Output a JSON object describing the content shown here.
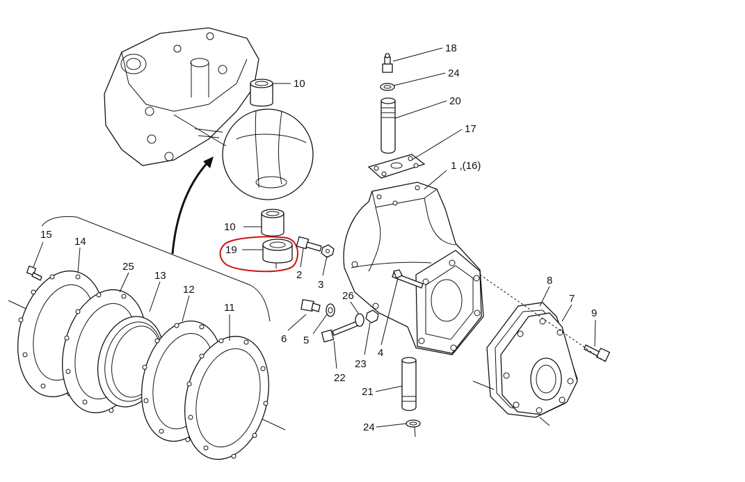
{
  "highlight_color": "#cc1111",
  "callouts": {
    "c18": "18",
    "c24_top": "24",
    "c20": "20",
    "c17": "17",
    "c1_16": "1 ,(16)",
    "c10_top": "10",
    "c10_bottom": "10",
    "c19": "19",
    "c15": "15",
    "c14": "14",
    "c25": "25",
    "c13": "13",
    "c12": "12",
    "c11": "11",
    "c2": "2",
    "c3": "3",
    "c26": "26",
    "c6": "6",
    "c5": "5",
    "c4": "4",
    "c23": "23",
    "c22": "22",
    "c21": "21",
    "c24_bottom": "24",
    "c8": "8",
    "c7": "7",
    "c9": "9"
  }
}
